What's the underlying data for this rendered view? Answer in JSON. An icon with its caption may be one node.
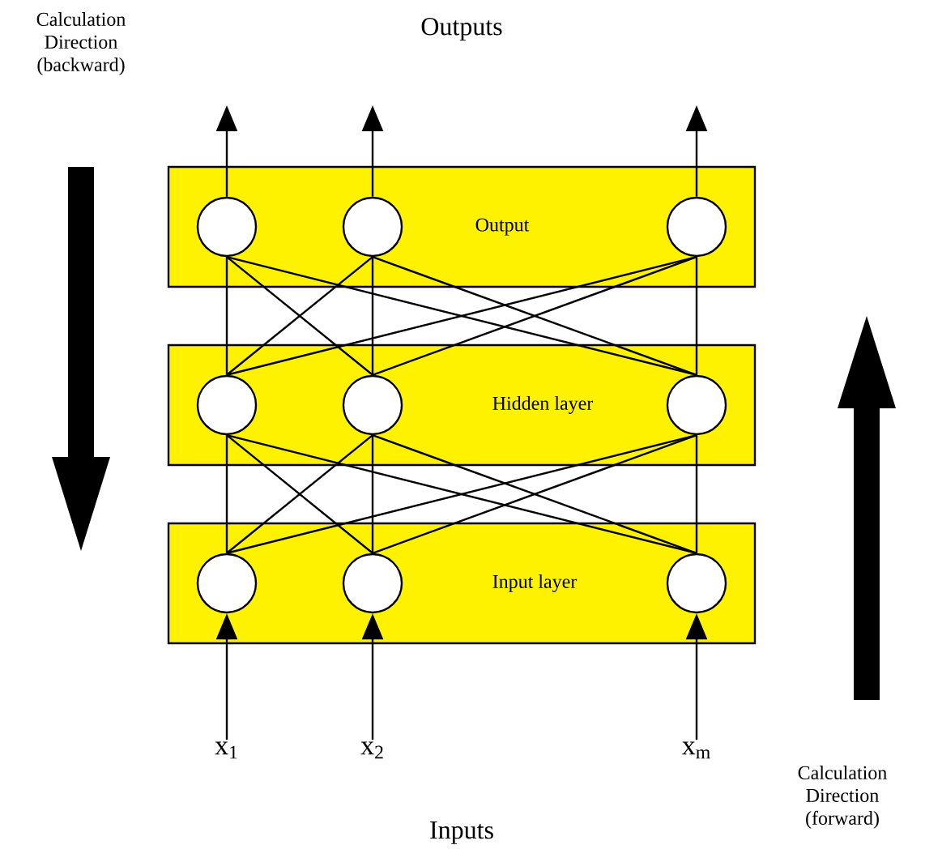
{
  "diagram": {
    "nodes": [
      {
        "text": [
          "Output"
        ]
      },
      {
        "text": [],
        "shape": "circle",
        "in": 0
      },
      {
        "text": [],
        "shape": "circle",
        "in": 0
      },
      {
        "text": [],
        "shape": "circle",
        "in": 0
      },
      {
        "text": [
          "Hidden layer"
        ]
      },
      {
        "text": [],
        "shape": "circle",
        "in": 4
      },
      {
        "text": [],
        "shape": "circle",
        "in": 4
      },
      {
        "text": [],
        "shape": "circle",
        "in": 4
      },
      {
        "text": [
          "Input layer"
        ]
      },
      {
        "text": [],
        "shape": "circle",
        "in": 8
      },
      {
        "text": [],
        "shape": "circle",
        "in": 8
      },
      {
        "text": [],
        "shape": "circle",
        "in": 8
      },
      {
        "text": [
          "x$_{1}$"
        ]
      },
      {
        "text": [
          "x$_{2}$"
        ]
      },
      {
        "text": [
          "x$_{m}$"
        ]
      }
    ],
    "edges": [
      {
        "from": 1,
        "to": null,
        "arrow": "to"
      },
      {
        "from": 2,
        "to": null,
        "arrow": "to"
      },
      {
        "from": 3,
        "to": null,
        "arrow": "to"
      },
      {
        "from": 5,
        "to": 1,
        "arrow": "none"
      },
      {
        "from": 5,
        "to": 2,
        "arrow": "none"
      },
      {
        "from": 5,
        "to": 3,
        "arrow": "none"
      },
      {
        "from": 6,
        "to": 1,
        "arrow": "none"
      },
      {
        "from": 6,
        "to": 2,
        "arrow": "none"
      },
      {
        "from": 6,
        "to": 3,
        "arrow": "none"
      },
      {
        "from": 7,
        "to": 1,
        "arrow": "none"
      },
      {
        "from": 7,
        "to": 2,
        "arrow": "none"
      },
      {
        "from": 7,
        "to": 3,
        "arrow": "none"
      },
      {
        "from": 9,
        "to": 5,
        "arrow": "none"
      },
      {
        "from": 9,
        "to": 6,
        "arrow": "none"
      },
      {
        "from": 9,
        "to": 7,
        "arrow": "none"
      },
      {
        "from": 10,
        "to": 5,
        "arrow": "none"
      },
      {
        "from": 10,
        "to": 6,
        "arrow": "none"
      },
      {
        "from": 10,
        "to": 7,
        "arrow": "none"
      },
      {
        "from": 11,
        "to": 5,
        "arrow": "none"
      },
      {
        "from": 11,
        "to": 6,
        "arrow": "none"
      },
      {
        "from": 11,
        "to": 7,
        "arrow": "none"
      },
      {
        "from": 12,
        "to": 9,
        "arrow": "to"
      },
      {
        "from": 13,
        "to": 10,
        "arrow": "to"
      },
      {
        "from": 14,
        "to": 11,
        "arrow": "to"
      }
    ],
    "labels": [
      "Calculation Direction (backward)",
      "Outputs",
      "Calculation Direction (forward)",
      "Inputs"
    ]
  }
}
